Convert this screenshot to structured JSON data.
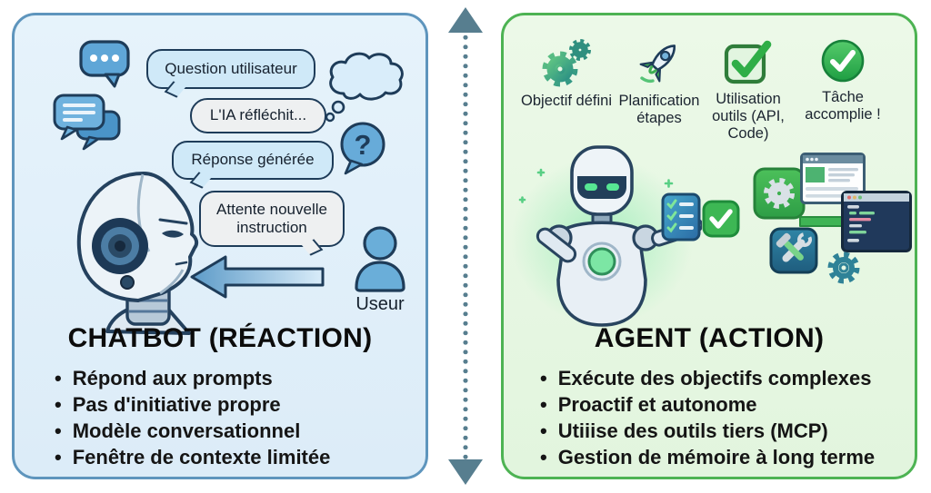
{
  "left_panel": {
    "title": "CHATBOT (RÉACTION)",
    "bubbles": {
      "question": "Question utilisateur",
      "thinking": "L'IA réfléchit...",
      "response": "Réponse générée",
      "waiting": "Attente nouvelle instruction"
    },
    "user_label": "Useur",
    "question_glyph": "?",
    "bullets": [
      "Répond aux prompts",
      "Pas d'initiative propre",
      "Modèle conversationnel",
      "Fenêtre de contexte limitée"
    ]
  },
  "right_panel": {
    "title": "AGENT (ACTION)",
    "steps": [
      {
        "icon": "gears-icon",
        "label": "Objectif défini"
      },
      {
        "icon": "rocket-icon",
        "label": "Planification étapes"
      },
      {
        "icon": "checkbox-icon",
        "label": "Utilisation outils (API, Code)"
      },
      {
        "icon": "check-circle-icon",
        "label": "Tâche accomplie !"
      }
    ],
    "bullets": [
      "Exécute des objectifs complexes",
      "Proactif et autonome",
      "Utiiise des outils tiers (MCP)",
      "Gestion de mémoire à long terme"
    ]
  },
  "colors": {
    "left_bg": "#e0eff9",
    "left_border": "#5e95bd",
    "right_bg": "#e7f7e2",
    "right_border": "#4db353",
    "divider": "#577e8f",
    "outline_navy": "#1e3c59",
    "bubble_blue": "#cfe9f8",
    "bubble_gray": "#eef0f1",
    "icon_blue": "#5fa6d7",
    "green": "#3fae53"
  }
}
